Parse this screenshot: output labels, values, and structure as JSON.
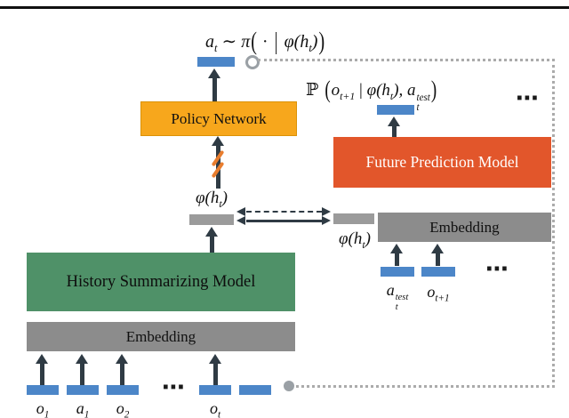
{
  "colors": {
    "blue_bar": "#4C86C8",
    "policy_box": "#F7A71C",
    "future_box": "#E2562B",
    "history_box": "#4F9168",
    "embedding_box": "#8C8C8C",
    "latent_bar": "#9B9B9B",
    "arrow": "#2F3B44",
    "stop_gradient_hatch": "#E87D2E",
    "dotted_loop": "#ABABAB"
  },
  "boxes": {
    "policy_network": "Policy Network",
    "future_prediction": "Future Prediction Model",
    "history_summarizing": "History Summarizing Model",
    "embedding_left": "Embedding",
    "embedding_right": "Embedding"
  },
  "formulas": {
    "policy": {
      "lhs_var": "a",
      "lhs_sub": "t",
      "relation": " ∼ ",
      "pi": "π",
      "open": "(",
      "dot": " · ",
      "bar": "|",
      "arg": " φ(h",
      "arg_sub": "t",
      "arg_close": ")",
      "close": ")"
    },
    "prediction": {
      "prob": "ℙ ",
      "open": "(",
      "o": "o",
      "o_sub": "t+1",
      "bar": " | ",
      "phi": "φ(h",
      "phi_sub": "t",
      "phi_close": "), ",
      "a": "a",
      "a_sub": "t",
      "a_sup": "test",
      "close": ")"
    }
  },
  "latents": {
    "phi_center": {
      "main": "φ(h",
      "sub": "t",
      "close": ")"
    },
    "phi_right": {
      "main": "φ(h",
      "sub": "t",
      "close": ")"
    }
  },
  "inputs": {
    "o1": {
      "v": "o",
      "sub": "1"
    },
    "a1": {
      "v": "a",
      "sub": "1"
    },
    "o2": {
      "v": "o",
      "sub": "2"
    },
    "ot": {
      "v": "o",
      "sub": "t"
    },
    "a_test": {
      "v": "a",
      "sub": "t",
      "sup": "test"
    },
    "o_next": {
      "v": "o",
      "sub": "t+1"
    }
  },
  "ellipses": {
    "top_right": "⋯",
    "middle_right": "⋯",
    "bottom": "⋯"
  }
}
